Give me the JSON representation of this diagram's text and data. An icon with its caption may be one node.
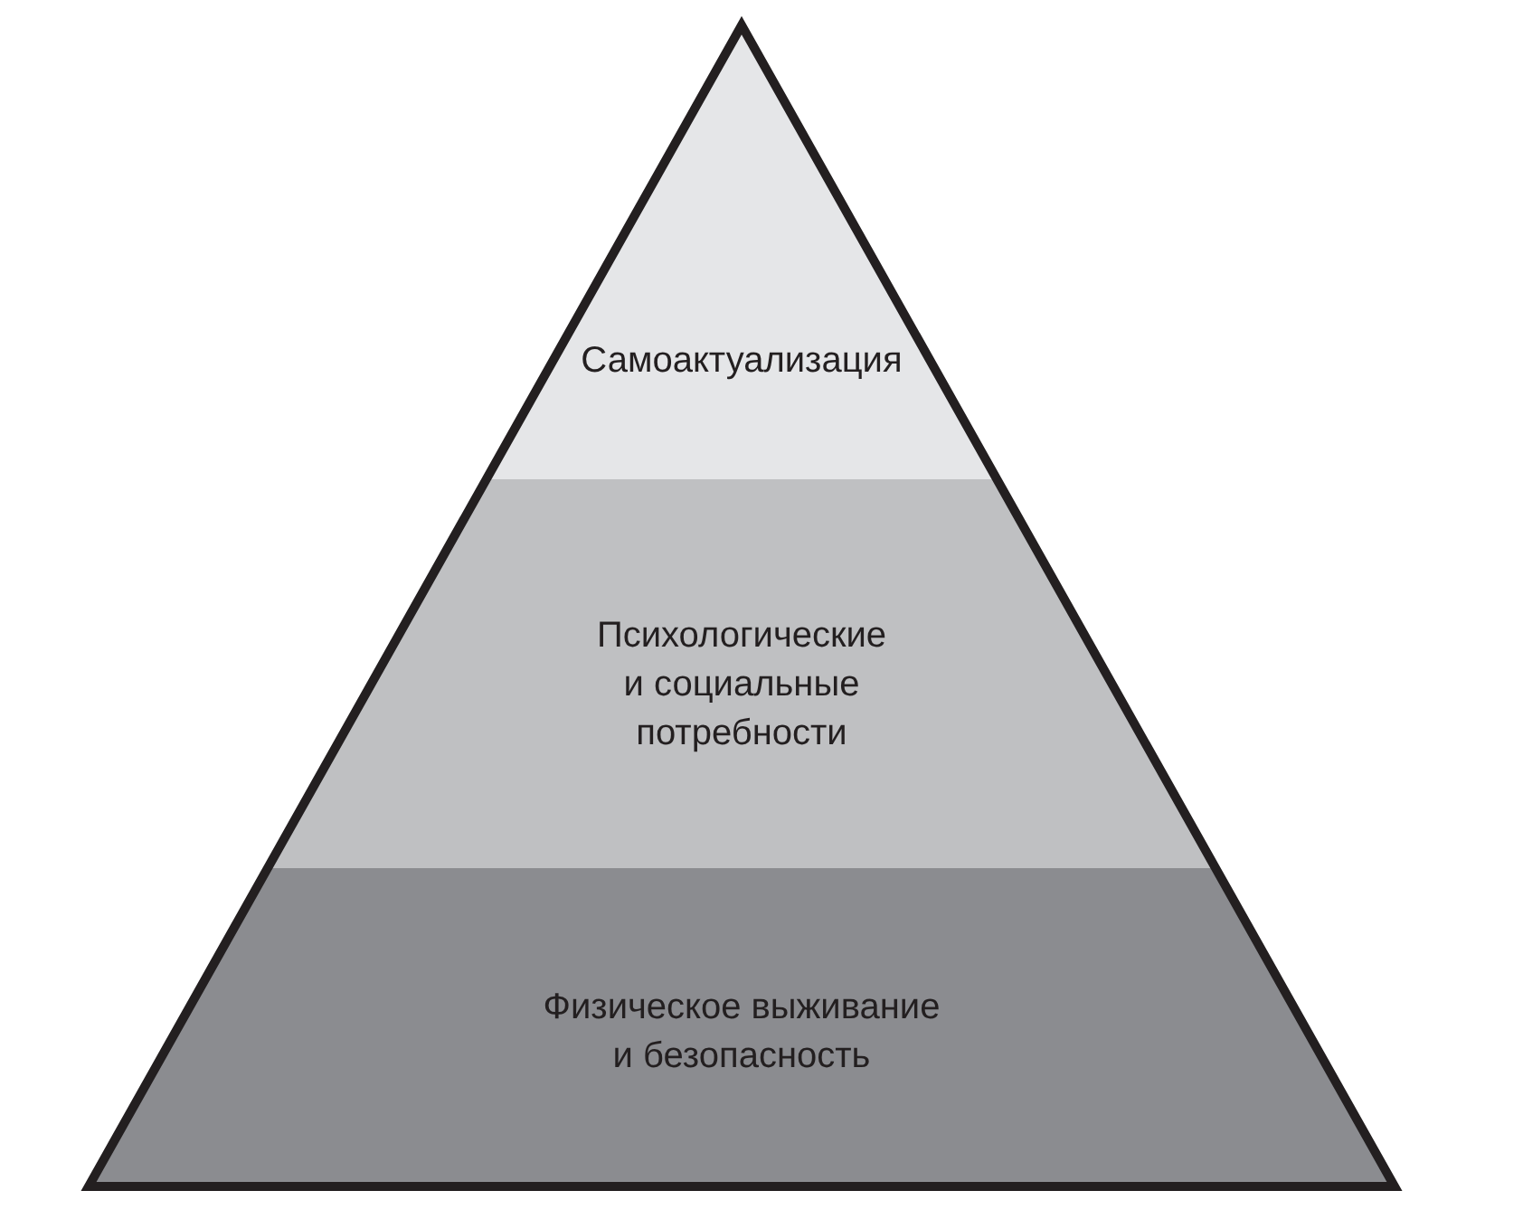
{
  "diagram": {
    "nodes": [
      {
        "text": [
          "Самоактуализация"
        ]
      },
      {
        "text": [
          "Психологические и социальные потребности"
        ]
      },
      {
        "text": [
          "Физическое выживание и безопасность"
        ]
      }
    ]
  }
}
